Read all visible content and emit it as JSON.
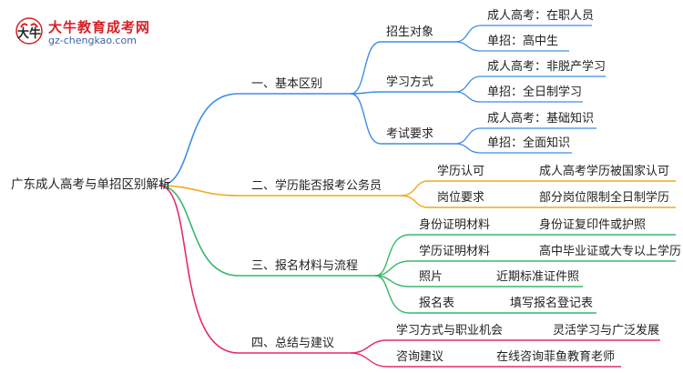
{
  "logo": {
    "name": "大牛教育成考网",
    "url": "gz-chengkao.com",
    "colors": {
      "name": "#d71f26",
      "url": "#3a63a8",
      "mark": "#d71f26"
    }
  },
  "root": "广东成人高考与单招区别解析",
  "colors": {
    "branch1": "#3d8ee6",
    "branch2": "#f0a81a",
    "branch3": "#36b86b",
    "branch4": "#e52a6f"
  },
  "branches": [
    {
      "label": "一、基本区别",
      "children": [
        {
          "label": "招生对象",
          "items": [
            "成人高考：在职人员",
            "单招：高中生"
          ]
        },
        {
          "label": "学习方式",
          "items": [
            "成人高考：非脱产学习",
            "单招：全日制学习"
          ]
        },
        {
          "label": "考试要求",
          "items": [
            "成人高考：基础知识",
            "单招：全面知识"
          ]
        }
      ]
    },
    {
      "label": "二、学历能否报考公务员",
      "children": [
        {
          "label": "学历认可",
          "value": "成人高考学历被国家认可"
        },
        {
          "label": "岗位要求",
          "value": "部分岗位限制全日制学历"
        }
      ]
    },
    {
      "label": "三、报名材料与流程",
      "children": [
        {
          "label": "身份证明材料",
          "value": "身份证复印件或护照"
        },
        {
          "label": "学历证明材料",
          "value": "高中毕业证或大专以上学历"
        },
        {
          "label": "照片",
          "value": "近期标准证件照"
        },
        {
          "label": "报名表",
          "value": "填写报名登记表"
        }
      ]
    },
    {
      "label": "四、总结与建议",
      "children": [
        {
          "label": "学习方式与职业机会",
          "value": "灵活学习与广泛发展"
        },
        {
          "label": "咨询建议",
          "value": "在线咨询菲鱼教育老师"
        }
      ]
    }
  ]
}
